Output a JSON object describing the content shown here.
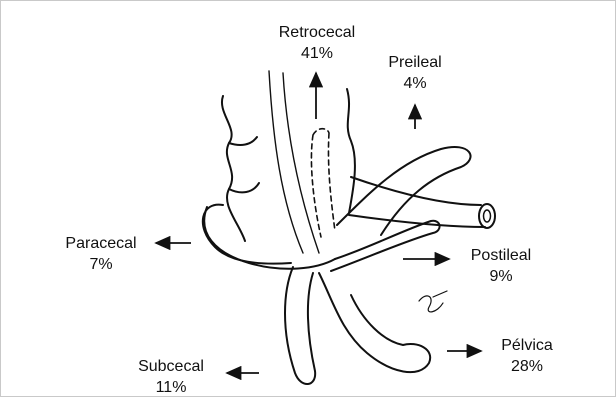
{
  "positions": [
    {
      "key": "retrocecal",
      "name": "Retrocecal",
      "percent": "41%"
    },
    {
      "key": "preileal",
      "name": "Preileal",
      "percent": "4%"
    },
    {
      "key": "paracecal",
      "name": "Paracecal",
      "percent": "7%"
    },
    {
      "key": "postileal",
      "name": "Postileal",
      "percent": "9%"
    },
    {
      "key": "pelvica",
      "name": "Pélvica",
      "percent": "28%"
    },
    {
      "key": "subcecal",
      "name": "Subcecal",
      "percent": "11%"
    }
  ]
}
